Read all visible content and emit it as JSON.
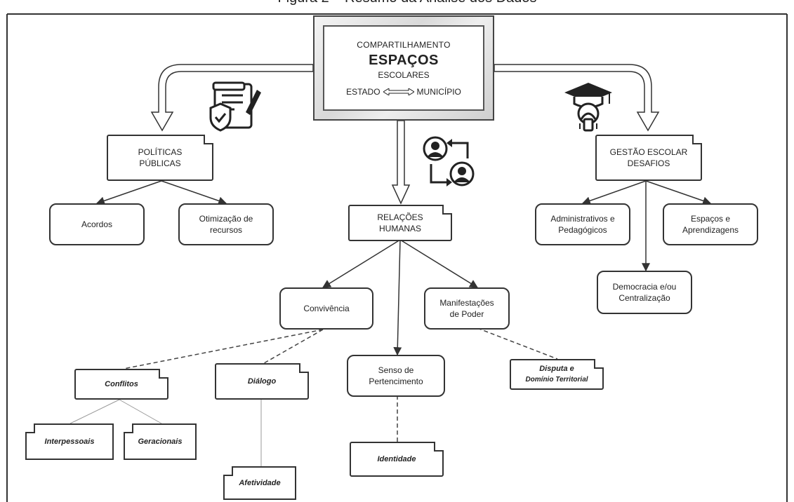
{
  "caption": "Figura 2 – Resumo da Análise dos Dados",
  "center": {
    "line1": "COMPARTILHAMENTO",
    "line2": "ESPAÇOS",
    "line3": "ESCOLARES",
    "left": "ESTADO",
    "right": "MUNICÍPIO"
  },
  "nodes": {
    "politicas": [
      "POLÍTICAS",
      "PÚBLICAS"
    ],
    "acordos": "Acordos",
    "otimizacao": [
      "Otimização de",
      "recursos"
    ],
    "relacoes": [
      "RELAÇÕES",
      "HUMANAS"
    ],
    "gestao": [
      "GESTÃO ESCOLAR",
      "DESAFIOS"
    ],
    "administrativos": [
      "Administrativos e",
      "Pedagógicos"
    ],
    "espacos": [
      "Espaços e",
      "Aprendizagens"
    ],
    "democracia": [
      "Democracia e/ou",
      "Centralização"
    ],
    "convivencia": "Convivência",
    "manifestacoes": [
      "Manifestações",
      "de Poder"
    ],
    "conflitos": "Conflitos",
    "dialogo": "Diálogo",
    "senso": [
      "Senso de",
      "Pertencimento"
    ],
    "disputa": [
      "Disputa e",
      "Domínio Territorial"
    ],
    "interpessoais": "Interpessoais",
    "geracionais": "Geracionais",
    "identidade": "Identidade",
    "afetividade": "Afetividade"
  },
  "icons": {
    "politicas_icon": "document-shield-icon",
    "relacoes_icon": "people-exchange-icon",
    "gestao_icon": "graduation-head-icon"
  }
}
